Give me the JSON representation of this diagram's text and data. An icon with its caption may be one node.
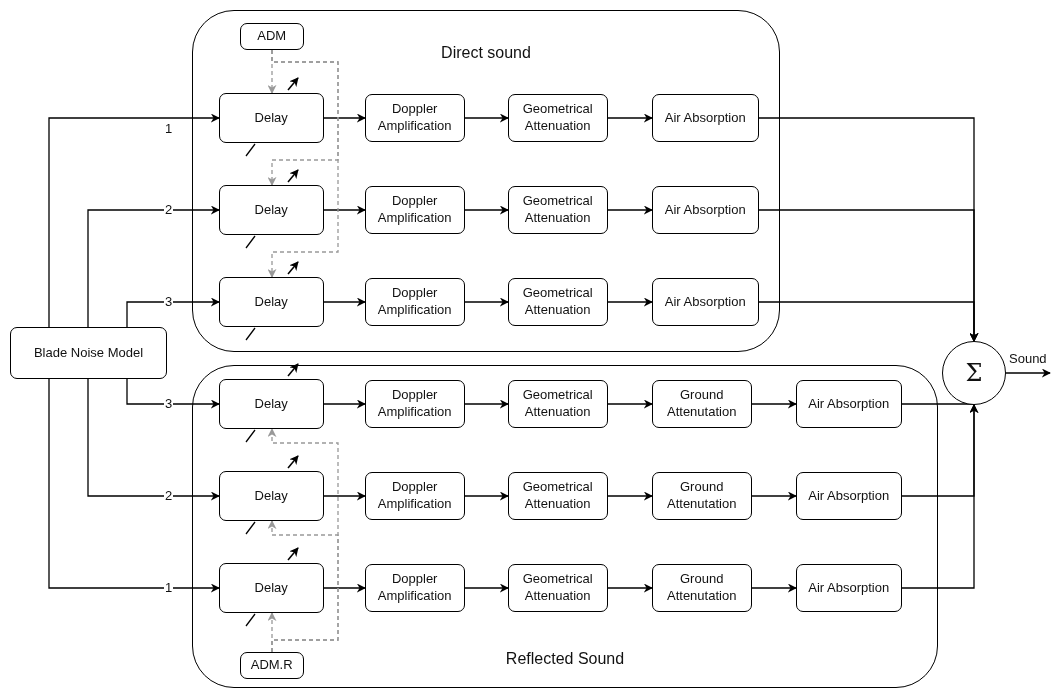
{
  "diagram": {
    "nodes": [
      {
        "text": [
          "Direct sound"
        ]
      },
      {
        "text": [
          "ADM"
        ],
        "in": 0
      },
      {
        "text": [
          "Delay"
        ],
        "in": 0
      },
      {
        "text": [
          "Doppler Amplification"
        ],
        "in": 0
      },
      {
        "text": [
          "Geometrical Attenuation"
        ],
        "in": 0
      },
      {
        "text": [
          "Air Absorption"
        ],
        "in": 0
      },
      {
        "text": [
          "Delay"
        ],
        "in": 0
      },
      {
        "text": [
          "Doppler Amplification"
        ],
        "in": 0
      },
      {
        "text": [
          "Geometrical Attenuation"
        ],
        "in": 0
      },
      {
        "text": [
          "Air Absorption"
        ],
        "in": 0
      },
      {
        "text": [
          "Delay"
        ],
        "in": 0
      },
      {
        "text": [
          "Doppler Amplification"
        ],
        "in": 0
      },
      {
        "text": [
          "Geometrical Attenuation"
        ],
        "in": 0
      },
      {
        "text": [
          "Air Absorption"
        ],
        "in": 0
      },
      {
        "text": [
          "Reflected Sound"
        ]
      },
      {
        "text": [
          "Delay"
        ],
        "in": 14
      },
      {
        "text": [
          "Doppler Amplification"
        ],
        "in": 14
      },
      {
        "text": [
          "Geometrical Attenuation"
        ],
        "in": 14
      },
      {
        "text": [
          "Ground Attenutation"
        ],
        "in": 14
      },
      {
        "text": [
          "Air Absorption"
        ],
        "in": 14
      },
      {
        "text": [
          "Delay"
        ],
        "in": 14
      },
      {
        "text": [
          "Doppler Amplification"
        ],
        "in": 14
      },
      {
        "text": [
          "Geometrical Attenuation"
        ],
        "in": 14
      },
      {
        "text": [
          "Ground Attenutation"
        ],
        "in": 14
      },
      {
        "text": [
          "Air Absorption"
        ],
        "in": 14
      },
      {
        "text": [
          "Delay"
        ],
        "in": 14
      },
      {
        "text": [
          "Doppler Amplification"
        ],
        "in": 14
      },
      {
        "text": [
          "Geometrical Attenuation"
        ],
        "in": 14
      },
      {
        "text": [
          "Ground Attenutation"
        ],
        "in": 14
      },
      {
        "text": [
          "Air Absorption"
        ],
        "in": 14
      },
      {
        "text": [
          "ADM.R"
        ],
        "in": 14
      },
      {
        "text": [
          "Blade Noise Model"
        ]
      },
      {
        "text": [
          "Σ"
        ]
      }
    ],
    "edges": [
      {
        "from": 2,
        "to": 3,
        "arrow": "to"
      },
      {
        "from": 3,
        "to": 4,
        "arrow": "to"
      },
      {
        "from": 4,
        "to": 5,
        "arrow": "to"
      },
      {
        "from": 6,
        "to": 7,
        "arrow": "to"
      },
      {
        "from": 7,
        "to": 8,
        "arrow": "to"
      },
      {
        "from": 8,
        "to": 9,
        "arrow": "to"
      },
      {
        "from": 10,
        "to": 11,
        "arrow": "to"
      },
      {
        "from": 11,
        "to": 12,
        "arrow": "to"
      },
      {
        "from": 12,
        "to": 13,
        "arrow": "to"
      },
      {
        "from": 15,
        "to": 16,
        "arrow": "to"
      },
      {
        "from": 16,
        "to": 17,
        "arrow": "to"
      },
      {
        "from": 17,
        "to": 18,
        "arrow": "to"
      },
      {
        "from": 18,
        "to": 19,
        "arrow": "to"
      },
      {
        "from": 20,
        "to": 21,
        "arrow": "to"
      },
      {
        "from": 21,
        "to": 22,
        "arrow": "to"
      },
      {
        "from": 22,
        "to": 23,
        "arrow": "to"
      },
      {
        "from": 23,
        "to": 24,
        "arrow": "to"
      },
      {
        "from": 25,
        "to": 26,
        "arrow": "to"
      },
      {
        "from": 26,
        "to": 27,
        "arrow": "to"
      },
      {
        "from": 27,
        "to": 28,
        "arrow": "to"
      },
      {
        "from": 28,
        "to": 29,
        "arrow": "to"
      },
      {
        "from": 31,
        "to": 2,
        "label": "1",
        "arrow": "to"
      },
      {
        "from": 31,
        "to": 6,
        "label": "2",
        "arrow": "to"
      },
      {
        "from": 31,
        "to": 10,
        "label": "3",
        "arrow": "to"
      },
      {
        "from": 31,
        "to": 15,
        "label": "3",
        "arrow": "to"
      },
      {
        "from": 31,
        "to": 20,
        "label": "2",
        "arrow": "to"
      },
      {
        "from": 31,
        "to": 25,
        "label": "1",
        "arrow": "to"
      },
      {
        "from": 1,
        "to": 2,
        "arrow": "to",
        "style": "dashed",
        "color": "#999999"
      },
      {
        "from": 1,
        "to": 6,
        "arrow": "to",
        "style": "dashed",
        "color": "#999999"
      },
      {
        "from": 1,
        "to": 10,
        "arrow": "to",
        "style": "dashed",
        "color": "#999999"
      },
      {
        "from": 30,
        "to": 15,
        "arrow": "to",
        "style": "dashed",
        "color": "#999999"
      },
      {
        "from": 30,
        "to": 20,
        "arrow": "to",
        "style": "dashed",
        "color": "#999999"
      },
      {
        "from": 30,
        "to": 25,
        "arrow": "to",
        "style": "dashed",
        "color": "#999999"
      },
      {
        "from": 5,
        "to": 32,
        "arrow": "to"
      },
      {
        "from": 9,
        "to": 32,
        "arrow": "to"
      },
      {
        "from": 13,
        "to": 32,
        "arrow": "to"
      },
      {
        "from": 19,
        "to": 32,
        "arrow": "to"
      },
      {
        "from": 24,
        "to": 32,
        "arrow": "to"
      },
      {
        "from": 29,
        "to": 32,
        "arrow": "to"
      },
      {
        "from": 32,
        "to": null,
        "label": "Sound",
        "arrow": "to"
      }
    ]
  }
}
